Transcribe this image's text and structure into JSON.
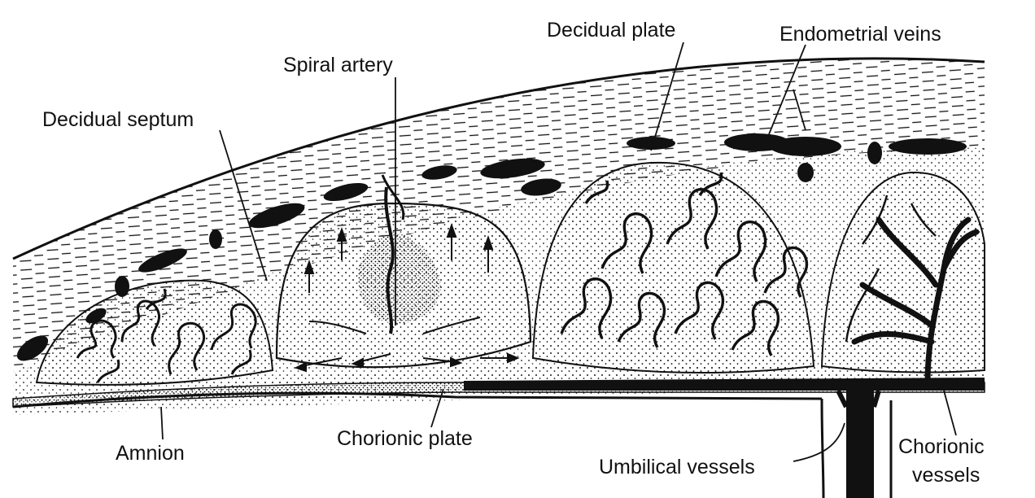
{
  "colors": {
    "ink": "#111111",
    "decidua_fill": "#f4f4f4",
    "space_fill": "#f7f7f7",
    "background": "#ffffff"
  },
  "labels": {
    "decidual_plate": "Decidual plate",
    "endometrial_veins": "Endometrial veins",
    "spiral_artery": "Spiral artery",
    "decidual_septum": "Decidual septum",
    "amnion": "Amnion",
    "chorionic_plate": "Chorionic plate",
    "umbilical_vessels": "Umbilical vessels",
    "chorionic_vessels_line1": "Chorionic",
    "chorionic_vessels_line2": "vessels"
  }
}
